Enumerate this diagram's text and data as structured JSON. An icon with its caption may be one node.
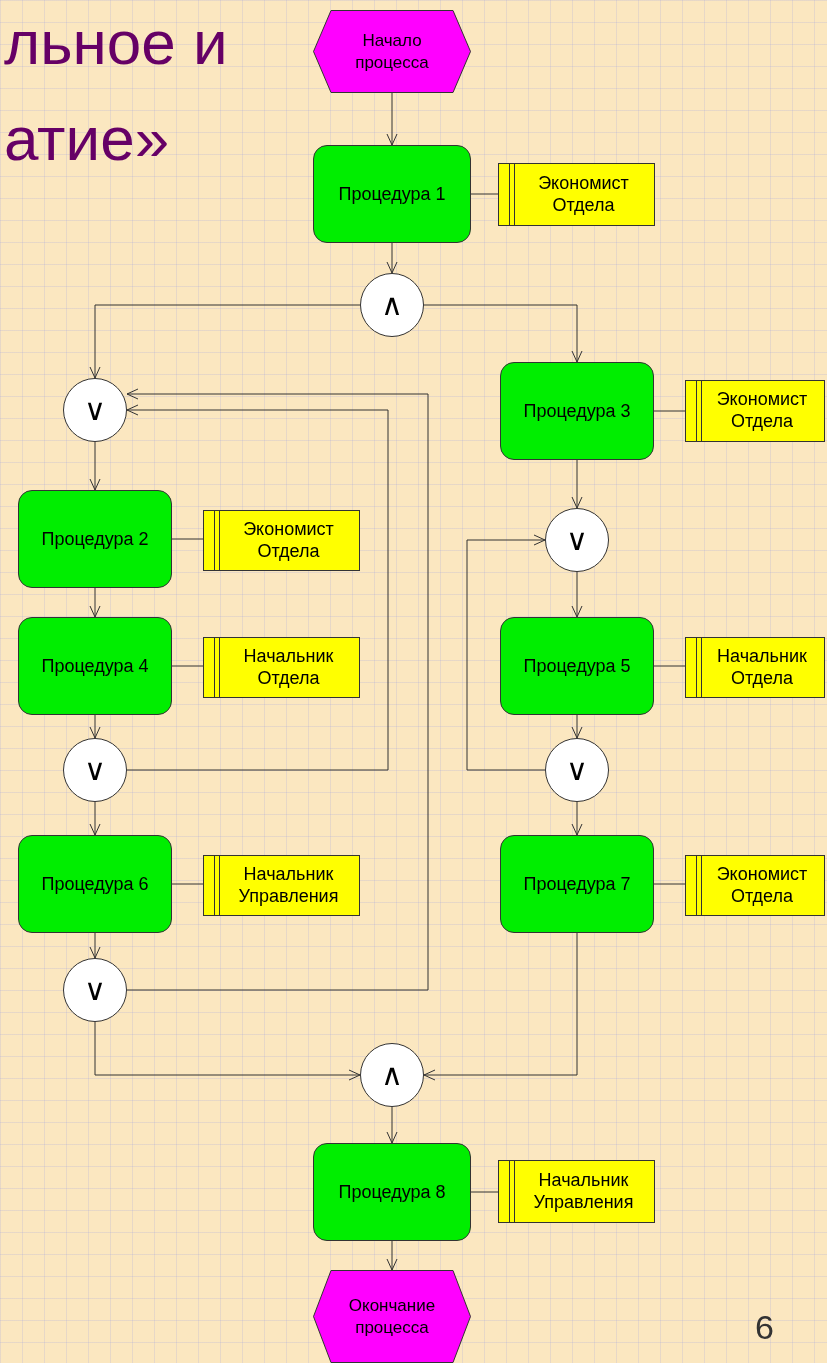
{
  "diagram": {
    "nodes": [
      {
        "text": [
          "Начало процесса"
        ]
      },
      {
        "text": [
          "Процедура 1"
        ]
      },
      {
        "text": [
          "Экономист Отдела"
        ]
      },
      {
        "text": [
          "∧"
        ]
      },
      {
        "text": [
          "∨"
        ]
      },
      {
        "text": [
          "Процедура 3"
        ]
      },
      {
        "text": [
          "Экономист Отдела"
        ]
      },
      {
        "text": [
          "Процедура 2"
        ]
      },
      {
        "text": [
          "Экономист Отдела"
        ]
      },
      {
        "text": [
          "∨"
        ]
      },
      {
        "text": [
          "Процедура 4"
        ]
      },
      {
        "text": [
          "Начальник Отдела"
        ]
      },
      {
        "text": [
          "Процедура 5"
        ]
      },
      {
        "text": [
          "Начальник Отдела"
        ]
      },
      {
        "text": [
          "∨"
        ]
      },
      {
        "text": [
          "∨"
        ]
      },
      {
        "text": [
          "Процедура 6"
        ]
      },
      {
        "text": [
          "Начальник Управления"
        ]
      },
      {
        "text": [
          "Процедура 7"
        ]
      },
      {
        "text": [
          "Экономист Отдела"
        ]
      },
      {
        "text": [
          "∨"
        ]
      },
      {
        "text": [
          "∧"
        ]
      },
      {
        "text": [
          "Процедура 8"
        ]
      },
      {
        "text": [
          "Начальник Управления"
        ]
      },
      {
        "text": [
          "Окончание процесса"
        ]
      }
    ],
    "edges": [
      {
        "from": 0,
        "to": 1,
        "arrow": "to"
      },
      {
        "from": 1,
        "to": 2,
        "arrow": "none"
      },
      {
        "from": 1,
        "to": 3,
        "arrow": "to"
      },
      {
        "from": 3,
        "to": 4,
        "arrow": "to"
      },
      {
        "from": 3,
        "to": 5,
        "arrow": "to"
      },
      {
        "from": 5,
        "to": 6,
        "arrow": "none"
      },
      {
        "from": 4,
        "to": 7,
        "arrow": "to"
      },
      {
        "from": 7,
        "to": 8,
        "arrow": "none"
      },
      {
        "from": 7,
        "to": 10,
        "arrow": "to"
      },
      {
        "from": 10,
        "to": 11,
        "arrow": "none"
      },
      {
        "from": 10,
        "to": 14,
        "arrow": "to"
      },
      {
        "from": 14,
        "to": 4,
        "arrow": "to"
      },
      {
        "from": 14,
        "to": 16,
        "arrow": "to"
      },
      {
        "from": 16,
        "to": 17,
        "arrow": "none"
      },
      {
        "from": 16,
        "to": 20,
        "arrow": "to"
      },
      {
        "from": 20,
        "to": 4,
        "arrow": "to"
      },
      {
        "from": 20,
        "to": 21,
        "arrow": "to"
      },
      {
        "from": 5,
        "to": 9,
        "arrow": "to"
      },
      {
        "from": 9,
        "to": 12,
        "arrow": "to"
      },
      {
        "from": 12,
        "to": 13,
        "arrow": "none"
      },
      {
        "from": 12,
        "to": 15,
        "arrow": "to"
      },
      {
        "from": 15,
        "to": 9,
        "arrow": "to"
      },
      {
        "from": 15,
        "to": 18,
        "arrow": "to"
      },
      {
        "from": 18,
        "to": 19,
        "arrow": "none"
      },
      {
        "from": 18,
        "to": 21,
        "arrow": "to"
      },
      {
        "from": 21,
        "to": 22,
        "arrow": "to"
      },
      {
        "from": 22,
        "to": 23,
        "arrow": "none"
      },
      {
        "from": 22,
        "to": 24,
        "arrow": "to"
      }
    ],
    "labels": [
      "льное и",
      "атие»",
      "6"
    ]
  }
}
